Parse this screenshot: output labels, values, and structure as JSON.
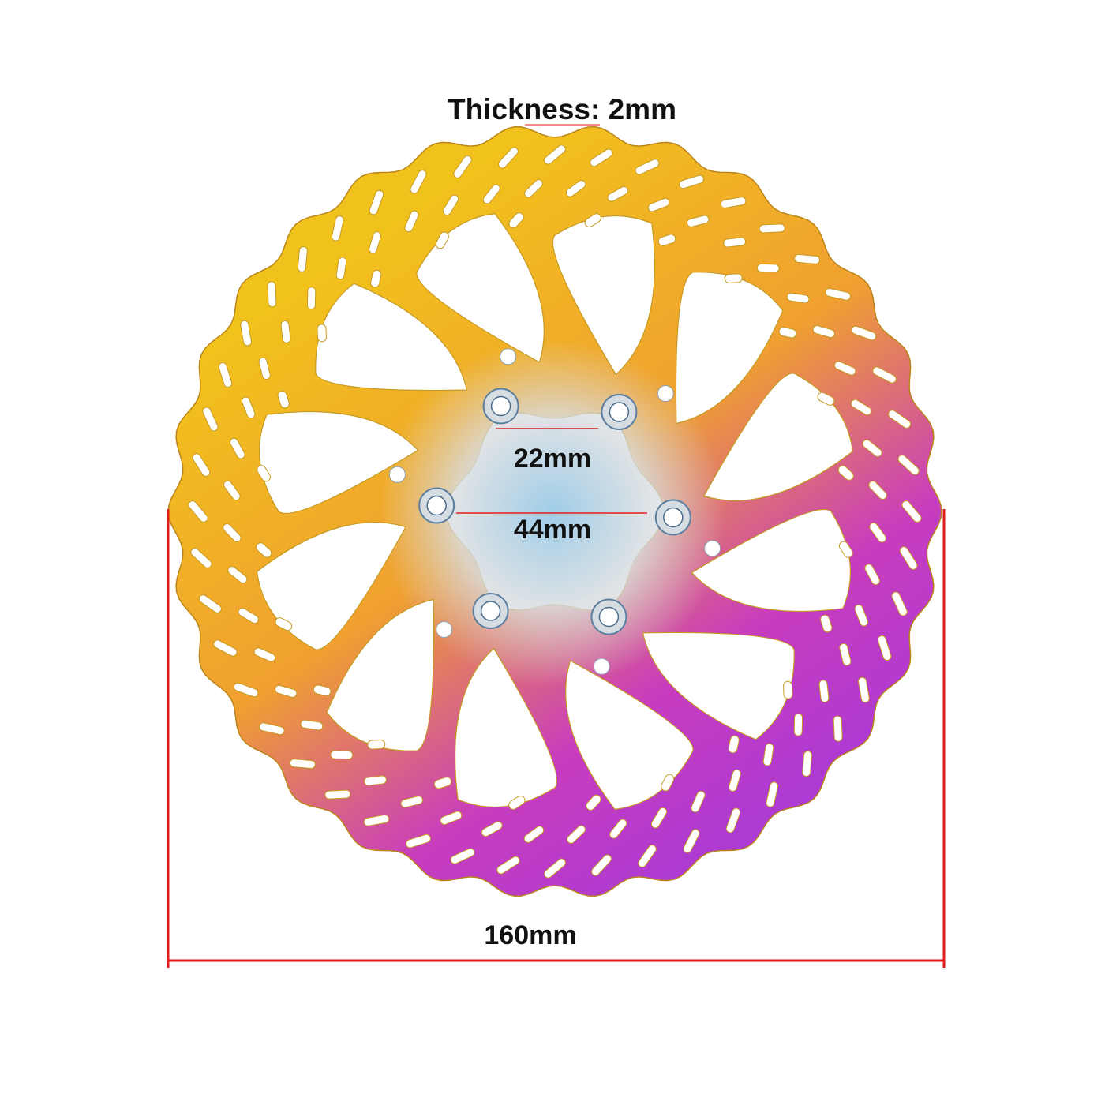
{
  "labels": {
    "thickness": "Thickness: 2mm",
    "bolt_spacing": "22mm",
    "bolt_circle": "44mm",
    "diameter": "160mm"
  },
  "product": {
    "image": "brake-disc-rotor",
    "spokes": 12,
    "mount_bolts": 6,
    "vent_slot_rows": 3
  },
  "colors": {
    "dimension_line": "#e01d1d",
    "label_text": "#111111",
    "rotor_gold": "#f2c21c",
    "rotor_orange": "#f0a030",
    "rotor_magenta": "#c83cbe",
    "rotor_purple": "#a63ad8",
    "hub_blue": "#8fc4e4"
  }
}
